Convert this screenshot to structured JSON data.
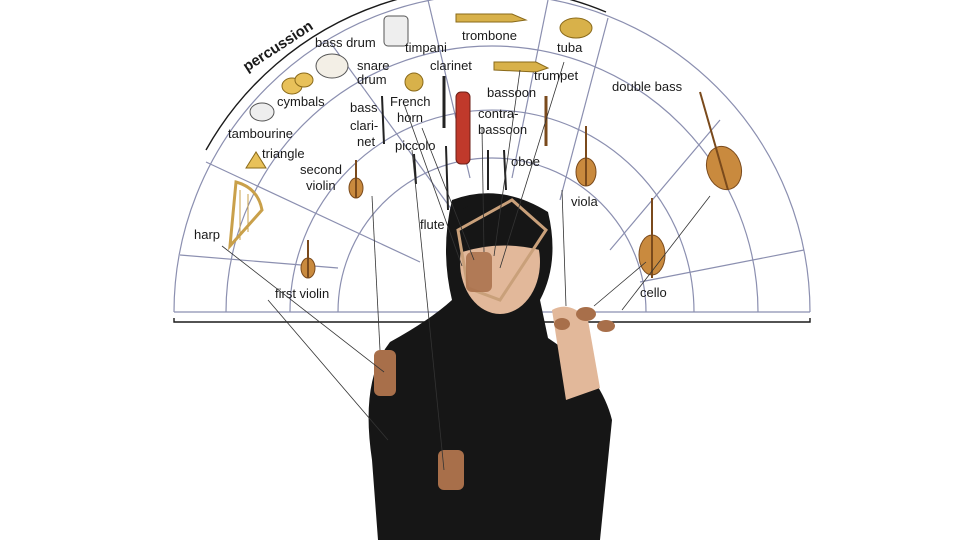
{
  "section_label": "percussion",
  "instruments": {
    "bass_drum": "bass drum",
    "timpani": "timpani",
    "trombone": "trombone",
    "tuba": "tuba",
    "snare_drum_1": "snare",
    "snare_drum_2": "drum",
    "clarinet": "clarinet",
    "trumpet": "trumpet",
    "cymbals": "cymbals",
    "tambourine": "tambourine",
    "triangle": "triangle",
    "bass_clarinet_1": "bass",
    "bass_clarinet_2": "clari-",
    "bass_clarinet_3": "net",
    "french_horn_1": "French",
    "french_horn_2": "horn",
    "bassoon": "bassoon",
    "contrabassoon_1": "contra-",
    "contrabassoon_2": "bassoon",
    "piccolo": "piccolo",
    "oboe": "oboe",
    "double_bass": "double bass",
    "second_violin_1": "second",
    "second_violin_2": "violin",
    "viola": "viola",
    "flute": "flute",
    "harp": "harp",
    "first_violin": "first violin",
    "cello": "cello"
  },
  "icons": {
    "violin": "violin-icon",
    "harp": "harp-icon",
    "drum": "drum-icon",
    "brass": "brass-icon",
    "woodwind": "woodwind-icon",
    "performer": "performer-photo"
  },
  "colors": {
    "arc_stroke": "#8b8fb0",
    "wood": "#c98a3e",
    "wood_dark": "#7a4a1c",
    "brass": "#d8b14a",
    "red": "#c0392b",
    "performer_dark": "#161616",
    "sensor": "#a86f4a"
  }
}
